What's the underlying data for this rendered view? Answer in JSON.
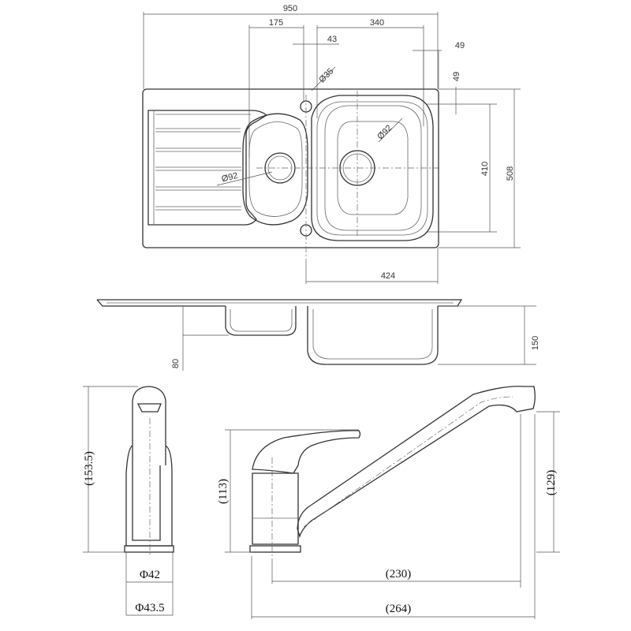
{
  "sink_top_view": {
    "overall_width": "950",
    "small_bowl_width": "175",
    "tap_hole_offset": "43",
    "large_bowl_width": "340",
    "right_margin": "49",
    "top_margin": "49",
    "tap_hole_diameter": "Ø35",
    "large_waste_diameter": "Ø92",
    "small_waste_diameter": "Ø92",
    "bowl_depth_length": "410",
    "overall_depth": "508",
    "bowl_section_width": "424"
  },
  "sink_side_view": {
    "small_bowl_depth": "80",
    "large_bowl_depth": "150"
  },
  "tap_side_view": {
    "height": "(153.5)",
    "base_diameter_inner": "Φ42",
    "base_diameter_outer": "Φ43.5"
  },
  "tap_front_view": {
    "body_height": "(113)",
    "spout_height": "(129)",
    "spout_reach": "(230)",
    "overall_length": "(264)"
  }
}
